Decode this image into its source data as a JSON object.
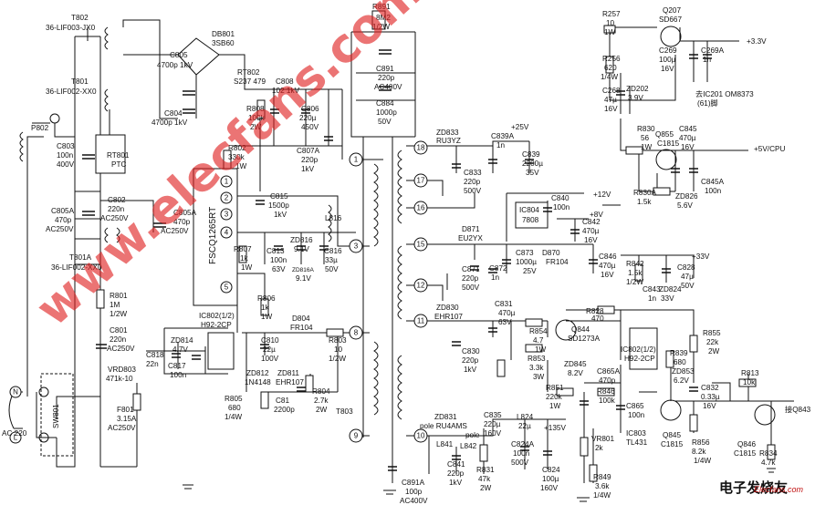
{
  "labels": {
    "T802a": "T802",
    "T802b": "36-LIF003-JX0",
    "T801a": "T801",
    "T801b": "36-LIF002-XX0",
    "P802": "P802",
    "C803a": "C803",
    "C803b": "100n",
    "C803c": "400V",
    "RT801a": "RT801",
    "RT801b": "PTC",
    "C805a": "C805",
    "C805b": "4700p 1kV",
    "C804a": "C804",
    "C804b": "4700p 1kV",
    "DB801a": "DB801",
    "DB801b": "3SB60",
    "RT802": "RT802",
    "S237": "S237 479",
    "C808a": "C808",
    "C808b": "102 1kV",
    "R891a": "R891",
    "R891b": "8M2",
    "R891c": "1/2W",
    "C891a": "C891",
    "C891b": "220p",
    "C891c": "AC400V",
    "C884a": "C884",
    "C884b": "1000p",
    "C884c": "50V",
    "R808a": "R808",
    "R808b": "100k",
    "R808c": "2W",
    "C806a": "C806",
    "C806b": "220µ",
    "C806c": "450V",
    "C807a": "C807A",
    "C807b": "220p",
    "C807c": "1kV",
    "R802a": "R802",
    "R802b": "330k",
    "R802c": "1W",
    "C802a": "C802",
    "C802b": "220n",
    "C802c": "AC250V",
    "C805Aa": "C805A",
    "C805Ab": "470p",
    "C805Ac": "AC250V",
    "C805A2a": "C805A",
    "C805A2b": "470p",
    "C805A2c": "AC250V",
    "IC801": "FSCQ1265RT",
    "C815a": "C815",
    "C815b": "1500p",
    "C815c": "1kV",
    "L816": "L816",
    "R807a": "R807",
    "R807b": "1k",
    "R807c": "1W",
    "C813a": "C813",
    "C813b": "100n",
    "C813c": "63V",
    "ZD816a": "ZD816",
    "ZD816b": "9.1V",
    "ZD816Aa": "ZD816A",
    "ZD816Ab": "9.1V",
    "C816a": "C816",
    "C816b": "33µ",
    "C816c": "50V",
    "T801Aa": "T801A",
    "T801Ab": "36-LIF002-XX0",
    "R801a": "R801",
    "R801b": "1M",
    "R801c": "1/2W",
    "C801a": "C801",
    "C801b": "220n",
    "C801c": "AC250V",
    "VRD803a": "VRD803",
    "VRD803b": "471k-10",
    "F801a": "F801",
    "F801b": "3.15A",
    "F801c": "AC250V",
    "SW801": "SW801",
    "AC": "AC 220",
    "N": "N",
    "L": "L",
    "IC802a": "IC802(1/2)",
    "IC802b": "H92-2CP",
    "ZD814a": "ZD814",
    "ZD814b": "4.7V",
    "C817a": "C817",
    "C817b": "100n",
    "C818a": "C818",
    "C818b": "22n",
    "R806a": "R806",
    "R806b": "1k",
    "R806c": "1W",
    "D804a": "D804",
    "D804b": "FR104",
    "C810a": "C810",
    "C810b": "22µ",
    "C810c": "100V",
    "R803a": "R803",
    "R803b": "10",
    "R803c": "1/2W",
    "ZD812a": "ZD812",
    "ZD812b": "1N4148",
    "ZD811a": "ZD811",
    "ZD811b": "EHR107",
    "C81a": "C81",
    "C81b": "2200p",
    "R804a": "R804",
    "R804b": "2.7k",
    "R804c": "2W",
    "R805a": "R805",
    "R805b": "680",
    "R805c": "1/4W",
    "T803": "T803",
    "p1": "1",
    "p2": "2",
    "p3": "3",
    "p4": "4",
    "p5": "5",
    "p8": "8",
    "p9": "9",
    "p10": "10",
    "p11": "11",
    "p12": "12",
    "p15": "15",
    "p16": "16",
    "p17": "17",
    "p18": "18",
    "tp1": "1",
    "tp3": "3",
    "tp8": "8",
    "tp9": "9",
    "ZD833a": "ZD833",
    "ZD833b": "RU3YZ",
    "V25": "+25V",
    "C839Aa": "C839A",
    "C839Ab": "1n",
    "C839a": "C839",
    "C839b": "2200µ",
    "C839c": "35V",
    "C833a": "C833",
    "C833b": "220p",
    "C833c": "500V",
    "C840a": "C840",
    "C840b": "100n",
    "V12": "+12V",
    "IC804a": "IC804",
    "IC804b": "7808",
    "V8": "+8V",
    "C842a": "C842",
    "C842b": "470µ",
    "C842c": "16V",
    "D871a": "D871",
    "D871b": "EU2YX",
    "C873a": "C873",
    "C873b": "1000µ",
    "C873c": "25V",
    "D870a": "D870",
    "D870b": "FR104",
    "C871a": "C871",
    "C871b": "220p",
    "C871c": "500V",
    "C872a": "C872",
    "C872b": "1n",
    "C846a": "C846",
    "C846b": "470µ",
    "C846c": "16V",
    "ZD830a": "ZD830",
    "ZD830b": "EHR107",
    "C831a": "C831",
    "C831b": "470µ",
    "C831c": "63V",
    "C830a": "C830",
    "C830b": "220p",
    "C830c": "1kV",
    "R854a": "R854",
    "R854b": "4.7",
    "R854c": "1W",
    "R853a": "R853",
    "R853b": "3.3k",
    "R853c": "3W",
    "ZD845a": "ZD845",
    "ZD845b": "8.2V",
    "Q844a": "Q844",
    "Q844b": "SD1273A",
    "R828a": "R828",
    "R828b": "470",
    "IC802Ba": "IC802(1/2)",
    "IC802Bb": "H92-2CP",
    "C865Aa": "C865A",
    "C865Ab": "470p",
    "R846a": "R846",
    "R846b": "100k",
    "R851a": "R851",
    "R851b": "220k",
    "R851c": "1W",
    "C865a": "C865",
    "C865b": "100n",
    "IC803a": "IC803",
    "IC803b": "TL431",
    "R839a": "R839",
    "R839b": "680",
    "ZD853a": "ZD853",
    "ZD853b": "6.2V",
    "R855a": "R855",
    "R855b": "22k",
    "R855c": "2W",
    "C832a": "C832",
    "C832b": "0.33µ",
    "C832c": "16V",
    "R856a": "R856",
    "R856b": "8.2k",
    "R856c": "1/4W",
    "Q845a": "Q845",
    "Q845b": "C1815",
    "R813a": "R813",
    "R813b": "10k",
    "Q843": "接Q843",
    "Q846a": "Q846",
    "Q846b": "C1815",
    "R834a": "R834",
    "R834b": "4.7k",
    "ZD831a": "ZD831",
    "ZD831b": "pole RU4AMS",
    "pole2": "pole",
    "L841": "L841",
    "L842": "L842",
    "C835a": "C835",
    "C835b": "220µ",
    "C835c": "160V",
    "L824a": "L824",
    "L824b": "22µ",
    "V135": "+135V",
    "C841a": "C841",
    "C841b": "220p",
    "C841c": "1kV",
    "R831a": "R831",
    "R831b": "47k",
    "R831c": "2W",
    "C824Aa": "C824A",
    "C824Ab": "100n",
    "C824Ac": "500V",
    "C824a": "C824",
    "C824b": "100µ",
    "C824c": "160V",
    "VR801a": "VR801",
    "VR801b": "2k",
    "R849a": "R849",
    "R849b": "3.6k",
    "R849c": "1/4W",
    "C891Aa": "C891A",
    "C891Ab": "100p",
    "C891Ac": "AC400V",
    "R257a": "R257",
    "R257b": "10",
    "R257c": "1W",
    "Q207a": "Q207",
    "Q207b": "SD667",
    "C269a": "C269",
    "C269b": "100µ",
    "C269c": "16V",
    "C269Aa": "C269A",
    "C269Ab": "1n",
    "V33": "+3.3V",
    "R256a": "R256",
    "R256b": "620",
    "R256c": "1/4W",
    "C268a": "C268",
    "C268b": "47µ",
    "C268c": "16V",
    "ZD202a": "ZD202",
    "ZD202b": "3.9V",
    "IC201a": "去IC201 OM8373",
    "IC201b": "(61)脚",
    "R830a": "R830",
    "R830b": "56",
    "R830c": "1W",
    "Q855a": "Q855",
    "Q855b": "C1815",
    "C845a": "C845",
    "C845b": "470µ",
    "C845c": "16V",
    "V5": "+5V/CPU",
    "C845Aa": "C845A",
    "C845Ab": "100n",
    "R830Aa": "R830A",
    "R830Ab": "1.5k",
    "ZD826a": "ZD826",
    "ZD826b": "5.6V",
    "V33b": "+33V",
    "R842a": "R842",
    "R842b": "1.5k",
    "R842c": "1/2W",
    "C828a": "C828",
    "C828b": "47µ",
    "C828c": "50V",
    "C843a": "C843",
    "C843b": "1n",
    "ZD824a": "ZD824",
    "ZD824b": "33V",
    "watermark": "www.elecfans.com",
    "logo": "电子发烧友",
    "logo2": "Elecfans.com"
  }
}
